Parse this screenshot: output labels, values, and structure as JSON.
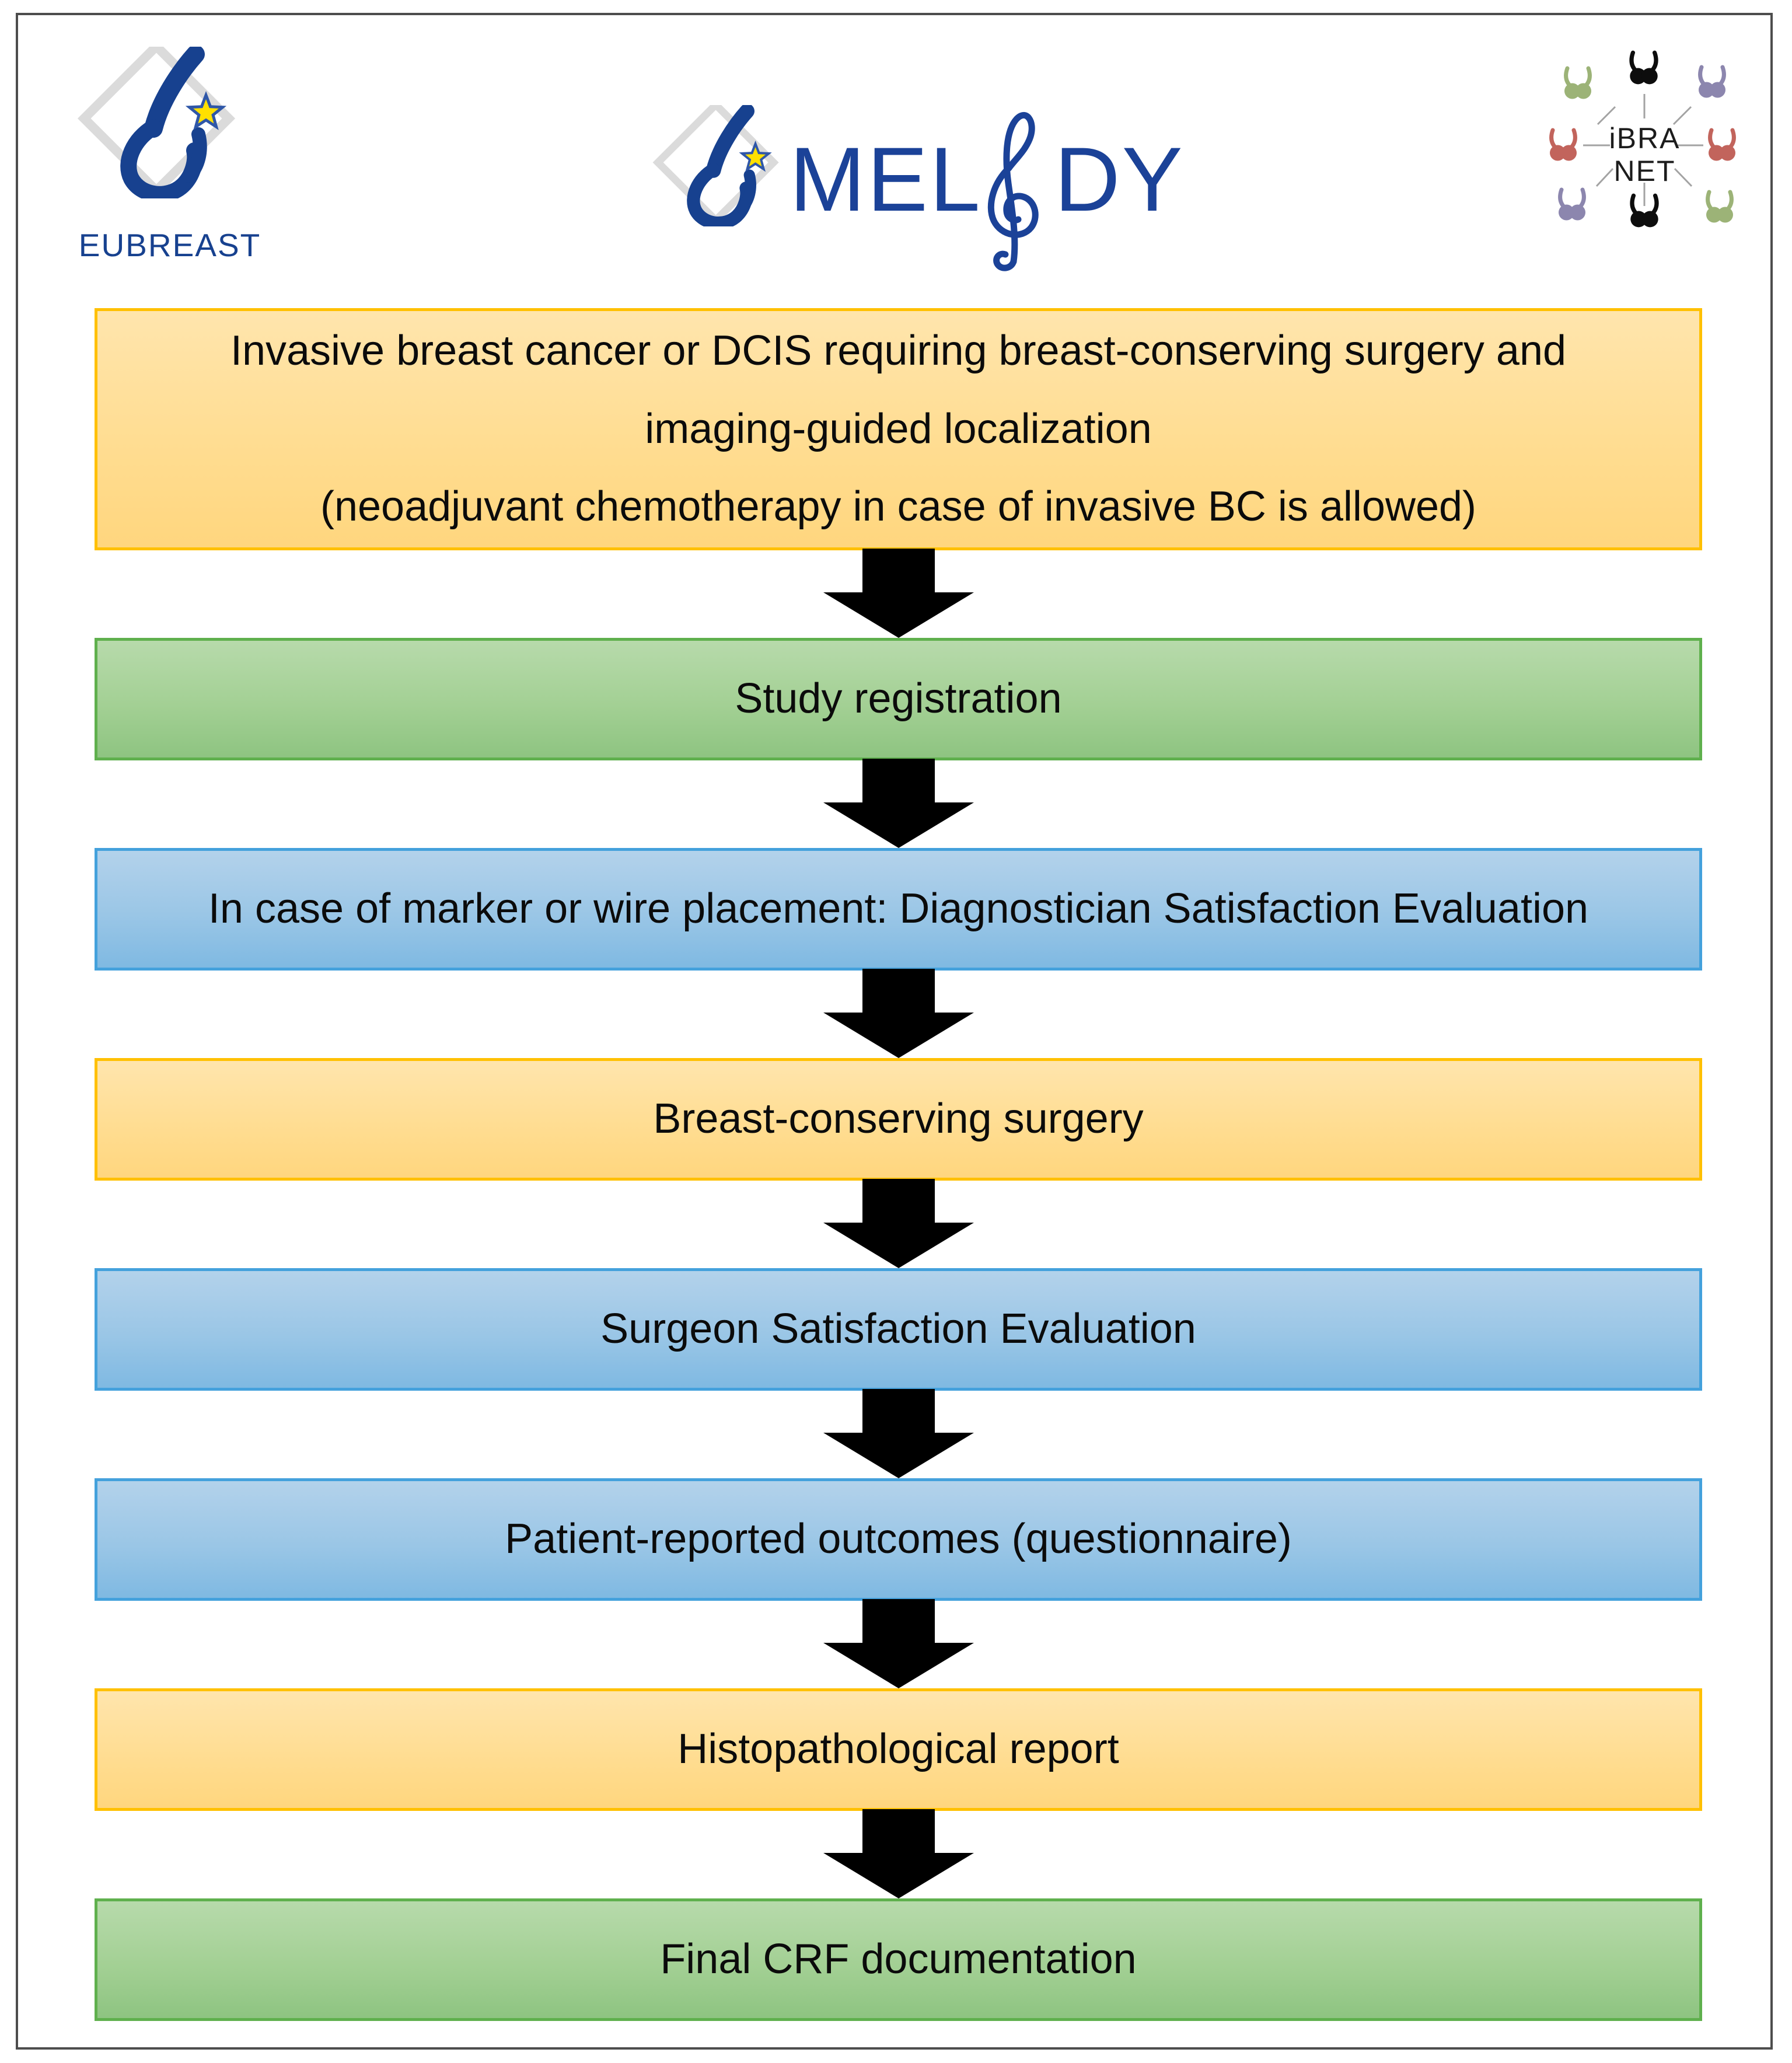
{
  "logos": {
    "eubreast": {
      "wordmark": "EUBREAST"
    },
    "melody": {
      "part1": "MEL",
      "part2": "DY"
    },
    "ibranet": {
      "line1": "iBRA",
      "line2": "NET",
      "bras": [
        {
          "position": "top-left",
          "color": "#9cb377"
        },
        {
          "position": "top",
          "color": "#0d0d0d"
        },
        {
          "position": "top-right",
          "color": "#8c86ae"
        },
        {
          "position": "left",
          "color": "#c2645c"
        },
        {
          "position": "right",
          "color": "#c2645c"
        },
        {
          "position": "bottom-left",
          "color": "#8c86ae"
        },
        {
          "position": "bottom",
          "color": "#0d0d0d"
        },
        {
          "position": "bottom-right",
          "color": "#9cb377"
        }
      ]
    }
  },
  "flow": {
    "boxes": [
      {
        "id": "eligibility",
        "theme": "orange",
        "lines": [
          "Invasive breast cancer or DCIS requiring breast-conserving surgery and",
          "imaging-guided localization",
          "(neoadjuvant chemotherapy in case of invasive BC is allowed)"
        ]
      },
      {
        "id": "study-registration",
        "theme": "green",
        "label": "Study registration"
      },
      {
        "id": "diagnostician-satisfaction",
        "theme": "blue",
        "label": "In case of marker or wire placement: Diagnostician Satisfaction Evaluation"
      },
      {
        "id": "breast-conserving-surgery",
        "theme": "orange",
        "label": "Breast-conserving surgery"
      },
      {
        "id": "surgeon-satisfaction",
        "theme": "blue",
        "label": "Surgeon Satisfaction Evaluation"
      },
      {
        "id": "patient-reported-outcomes",
        "theme": "blue",
        "label": "Patient-reported outcomes (questionnaire)"
      },
      {
        "id": "histopathological-report",
        "theme": "orange",
        "label": "Histopathological report"
      },
      {
        "id": "final-crf-documentation",
        "theme": "green",
        "label": "Final CRF documentation"
      }
    ]
  },
  "colors": {
    "frame": "#4d4d4d",
    "arrow": "#000000",
    "brand_blue": "#17418f",
    "star_yellow": "#ffe000",
    "orange_border": "#ffc000",
    "orange_fill_top": "#ffe5ad",
    "orange_fill_bottom": "#ffd67e",
    "green_border": "#5fb04d",
    "green_fill_top": "#b7daab",
    "green_fill_bottom": "#8ec481",
    "blue_border": "#44a1dc",
    "blue_fill_top": "#b3d2eb",
    "blue_fill_bottom": "#7fb9e2"
  }
}
